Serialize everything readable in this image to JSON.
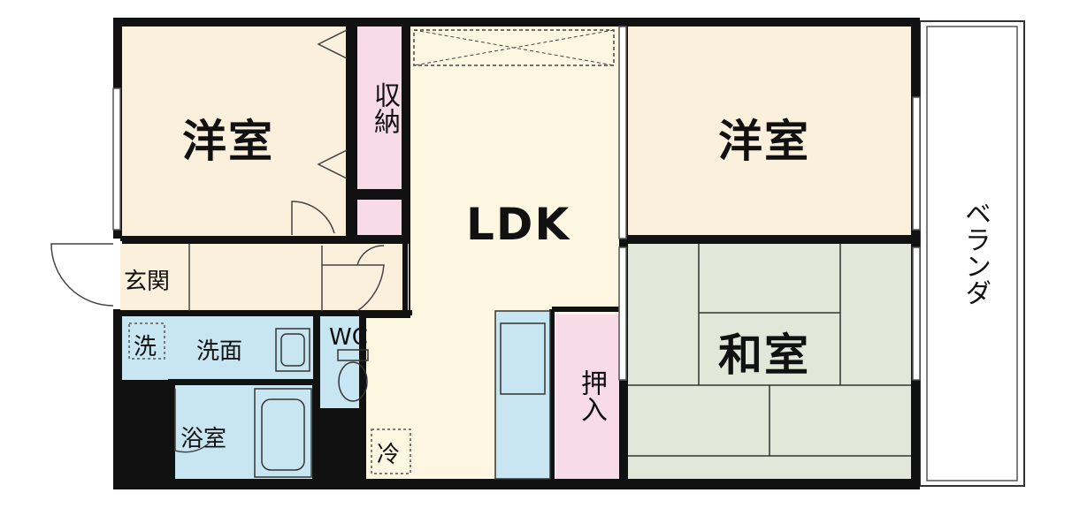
{
  "rooms": {
    "western_room_left": "洋室",
    "storage": "収納",
    "ldk": "LDK",
    "western_room_right": "洋室",
    "japanese_room": "和室",
    "entrance": "玄関",
    "washing_machine": "洗",
    "washroom": "洗面",
    "toilet": "WC",
    "bathroom": "浴室",
    "refrigerator": "冷",
    "closet": "押入",
    "veranda": "ベランダ"
  },
  "colors": {
    "western_floor": "#faf0dc",
    "ldk_floor": "#fdf7e2",
    "japanese_floor": "#e3e7da",
    "wet_area": "#c8e6f2",
    "storage": "#f7dbe6",
    "wall": "#111111"
  }
}
